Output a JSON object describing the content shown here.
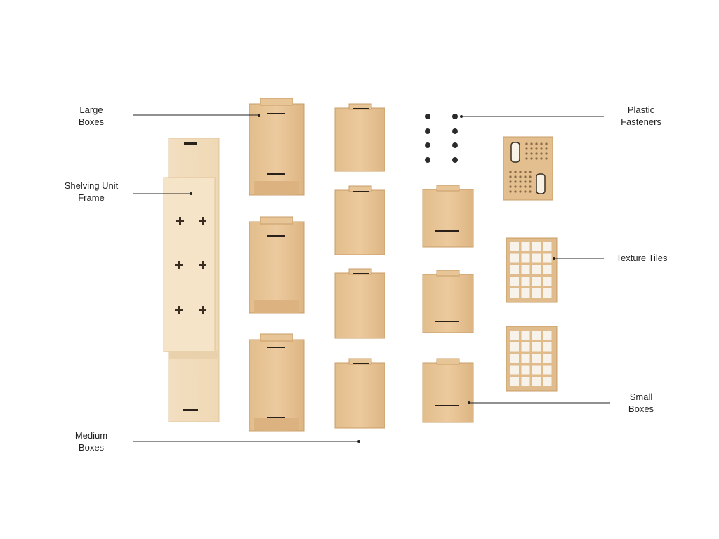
{
  "labels": {
    "large_boxes": {
      "line1": "Large",
      "line2": "Boxes"
    },
    "shelving_frame": {
      "line1": "Shelving Unit",
      "line2": "Frame"
    },
    "medium_boxes": {
      "line1": "Medium",
      "line2": "Boxes"
    },
    "plastic_fasteners": {
      "line1": "Plastic",
      "line2": "Fasteners"
    },
    "texture_tiles": {
      "line1": "Texture Tiles"
    },
    "small_boxes": {
      "line1": "Small",
      "line2": "Boxes"
    }
  },
  "components": {
    "large_box_count": 3,
    "medium_box_count": 4,
    "small_box_count": 3,
    "fastener_count": 8,
    "texture_tile_count": 3
  },
  "colors": {
    "wood_light": "#f3dcb8",
    "wood": "#e8c597",
    "wood_shade": "#d2a775",
    "slot": "#2a221a",
    "leader_line": "#222222"
  }
}
